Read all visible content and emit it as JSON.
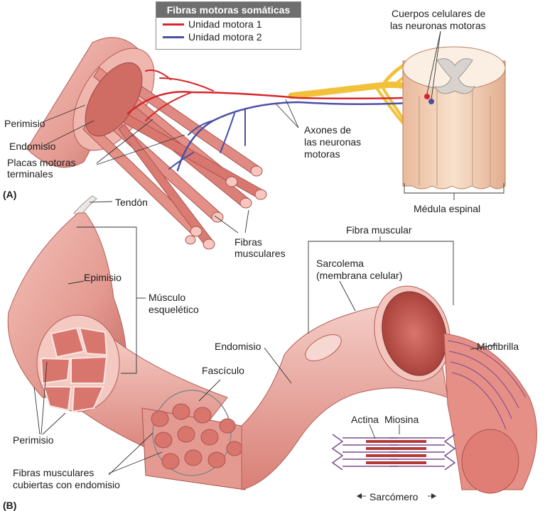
{
  "legend": {
    "title": "Fibras motoras somáticas",
    "items": [
      {
        "label": "Unidad motora 1",
        "color": "#d7262b"
      },
      {
        "label": "Unidad motora 2",
        "color": "#4a4fa5"
      }
    ]
  },
  "panel_a": {
    "tag": "(A)",
    "labels": {
      "perimisio": "Perimisio",
      "endomisio": "Endomisio",
      "placas_1": "Placas motoras",
      "placas_2": "terminales",
      "axones_1": "Axones de",
      "axones_2": "las neuronas",
      "axones_3": "motoras",
      "cuerpos_1": "Cuerpos celulares de",
      "cuerpos_2": "las neuronas motoras",
      "medula": "Médula espinal",
      "fibras_1": "Fibras",
      "fibras_2": "musculares"
    }
  },
  "panel_b": {
    "tag": "(B)",
    "labels": {
      "tendon": "Tendón",
      "epimisio": "Epimisio",
      "musculo_1": "Músculo",
      "musculo_2": "esquelético",
      "perimisio": "Perimisio",
      "fibras_cub_1": "Fibras musculares",
      "fibras_cub_2": "cubiertas con endomisio",
      "fasciculo": "Fascículo",
      "endomisio": "Endomisio",
      "fibra_muscular": "Fibra muscular",
      "sarcolema_1": "Sarcolema",
      "sarcolema_2": "(membrana celular)",
      "miofibrilla": "Miofibrilla",
      "actina": "Actina",
      "miosina": "Miosina",
      "sarcomero": "Sarcómero"
    }
  },
  "colors": {
    "muscle": "#e8a39b",
    "muscle_dark": "#c46a62",
    "muscle_light": "#f3c7c0",
    "nerve": "#f2c13c",
    "cord": "#f6dcc6",
    "actin": "#7b4a8f",
    "myosin": "#b43a35"
  }
}
